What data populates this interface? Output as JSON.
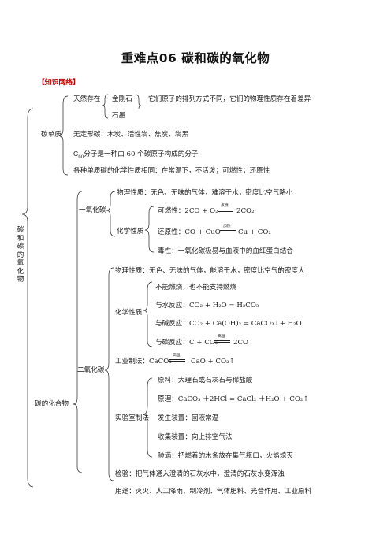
{
  "title": "重难点06  碳和碳的氧化物",
  "section_label": "【知识网络】",
  "root_label": "碳和碳的氧化物",
  "elemental": {
    "label": "碳单质",
    "exist_label": "天然存在",
    "diamond": "金刚石",
    "graphite": "石墨",
    "difference": "它们原子的排列方式不同，它们的物理性质存在着差异",
    "amorphous": "无定形碳：木炭、活性炭、焦炭、炭黑",
    "c60_prefix": "C",
    "c60_sub": "60",
    "c60_suffix": "分子是一种由 60 个碳原子构成的分子",
    "chemical": "各种单质碳的化学性质相同：在常温下，不活泼；可燃性；还原性"
  },
  "oxides": {
    "label": "碳的化合物",
    "co": {
      "label": "一氧化碳",
      "physical": "物理性质：无色、无味的气体，难溶于水，密度比空气略小",
      "chem_label": "化学性质",
      "flammable": "可燃性：2CO + O₂",
      "flammable_cond": "点燃",
      "flammable_prod": "2CO₂",
      "reducing": "还原性：CO + CuO",
      "reducing_cond": "加热",
      "reducing_prod": "Cu + CO₂",
      "toxic": "毒性：一氧化碳极易与血液中的血红蛋白结合"
    },
    "co2": {
      "label": "二氧化碳",
      "physical": "物理性质：无色、无味的气体，能溶于水，密度比空气的密度大",
      "chem_label": "化学性质",
      "no_burn": "不能燃烧，也不能支持燃烧",
      "water": "与水反应：CO₂ + H₂O = H₂CO₃",
      "base": "与碱反应：CO₂ + Ca(OH)₂ = CaCO₃↓+ H₂O",
      "carbon": "与碳反应：C + CO₂",
      "carbon_cond": "高温",
      "carbon_prod": "2CO",
      "industry": "工业制法：CaCO₃",
      "industry_cond": "高温",
      "industry_prod": "CaO + CO₂↑",
      "lab_label": "实验室制法",
      "materials": "原料：大理石或石灰石与稀盐酸",
      "principle": "原理：CaCO₃ ＋2HCl = CaCl₂ ＋H₂O + CO₂↑",
      "apparatus": "发生装置：固液常温",
      "collection": "收集装置：向上排空气法",
      "check_full": "验满：把燃着的木条放在集气瓶口，火焰熄灭",
      "test": "检验：把气体通入澄清的石灰水中，澄清的石灰水变浑浊",
      "uses": "用途：灭火、人工降雨、制冷剂、气体肥料、光合作用、工业原料"
    }
  }
}
